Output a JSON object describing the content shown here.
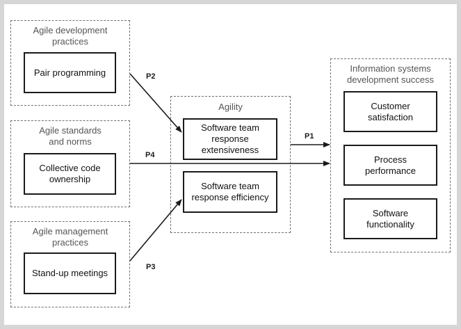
{
  "groups": {
    "practices": {
      "label": "Agile development\npractices",
      "box": "Pair programming"
    },
    "standards": {
      "label": "Agile standards\nand norms",
      "box": "Collective code\nownership"
    },
    "management": {
      "label": "Agile management\npractices",
      "box": "Stand-up meetings"
    },
    "agility": {
      "label": "Agility",
      "box1": "Software team\nresponse\nextensiveness",
      "box2": "Software team\nresponse efficiency"
    },
    "success": {
      "label": "Information systems\ndevelopment success",
      "box1": "Customer\nsatisfaction",
      "box2": "Process\nperformance",
      "box3": "Software\nfunctionality"
    }
  },
  "paths": {
    "p1": "P1",
    "p2": "P2",
    "p3": "P3",
    "p4": "P4"
  },
  "colors": {
    "line": "#1a1a1a",
    "dashed_border": "#6f6f6f",
    "frame": "#d6d6d6"
  }
}
